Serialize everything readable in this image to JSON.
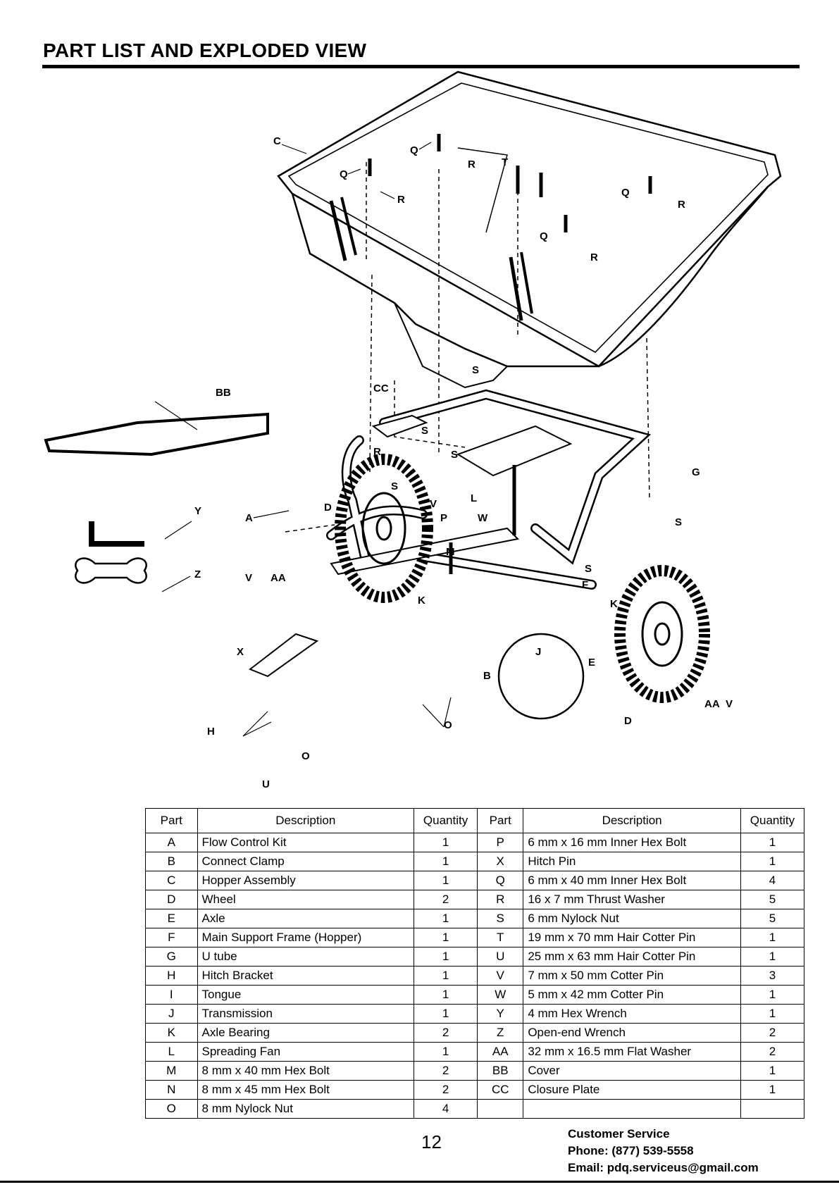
{
  "page": {
    "title": "PART LIST AND EXPLODED VIEW",
    "page_number": "12"
  },
  "diagram": {
    "callouts": [
      "C",
      "Q",
      "R",
      "Q",
      "R",
      "T",
      "Q",
      "R",
      "Q",
      "R",
      "S",
      "CC",
      "S",
      "R",
      "S",
      "S",
      "S",
      "G",
      "BB",
      "Y",
      "A",
      "D",
      "V",
      "P",
      "L",
      "W",
      "M",
      "V",
      "AA",
      "S",
      "F",
      "K",
      "K",
      "Z",
      "J",
      "E",
      "X",
      "B",
      "O",
      "H",
      "O",
      "U",
      "D",
      "AA",
      "V"
    ]
  },
  "table": {
    "headers": [
      "Part",
      "Description",
      "Quantity",
      "Part",
      "Description",
      "Quantity"
    ],
    "rows": [
      [
        "A",
        "Flow Control Kit",
        "1",
        "P",
        "6 mm x 16 mm Inner Hex Bolt",
        "1"
      ],
      [
        "B",
        "Connect Clamp",
        "1",
        "X",
        "Hitch Pin",
        "1"
      ],
      [
        "C",
        "Hopper Assembly",
        "1",
        "Q",
        "6 mm x 40 mm Inner Hex Bolt",
        "4"
      ],
      [
        "D",
        "Wheel",
        "2",
        "R",
        "16 x 7 mm Thrust Washer",
        "5"
      ],
      [
        "E",
        "Axle",
        "1",
        "S",
        "6 mm Nylock Nut",
        "5"
      ],
      [
        "F",
        "Main Support Frame (Hopper)",
        "1",
        "T",
        "19 mm x 70 mm Hair Cotter Pin",
        "1"
      ],
      [
        "G",
        "U tube",
        "1",
        "U",
        "25 mm x 63 mm Hair Cotter Pin",
        "1"
      ],
      [
        "H",
        "Hitch Bracket",
        "1",
        "V",
        "7 mm x 50 mm Cotter Pin",
        "3"
      ],
      [
        "I",
        "Tongue",
        "1",
        "W",
        "5 mm x 42 mm Cotter Pin",
        "1"
      ],
      [
        "J",
        "Transmission",
        "1",
        "Y",
        "4 mm Hex Wrench",
        "1"
      ],
      [
        "K",
        "Axle Bearing",
        "2",
        "Z",
        "Open-end Wrench",
        "2"
      ],
      [
        "L",
        "Spreading Fan",
        "1",
        "AA",
        "32 mm x 16.5 mm Flat Washer",
        "2"
      ],
      [
        "M",
        "8 mm x 40 mm Hex Bolt",
        "2",
        "BB",
        "Cover",
        "1"
      ],
      [
        "N",
        "8 mm x 45 mm Hex Bolt",
        "2",
        "CC",
        "Closure Plate",
        "1"
      ],
      [
        "O",
        "8 mm Nylock Nut",
        "4",
        "",
        "",
        ""
      ]
    ]
  },
  "customer_service": {
    "heading": "Customer Service",
    "phone": "Phone: (877) 539-5558",
    "email": "Email: pdq.serviceus@gmail.com"
  }
}
